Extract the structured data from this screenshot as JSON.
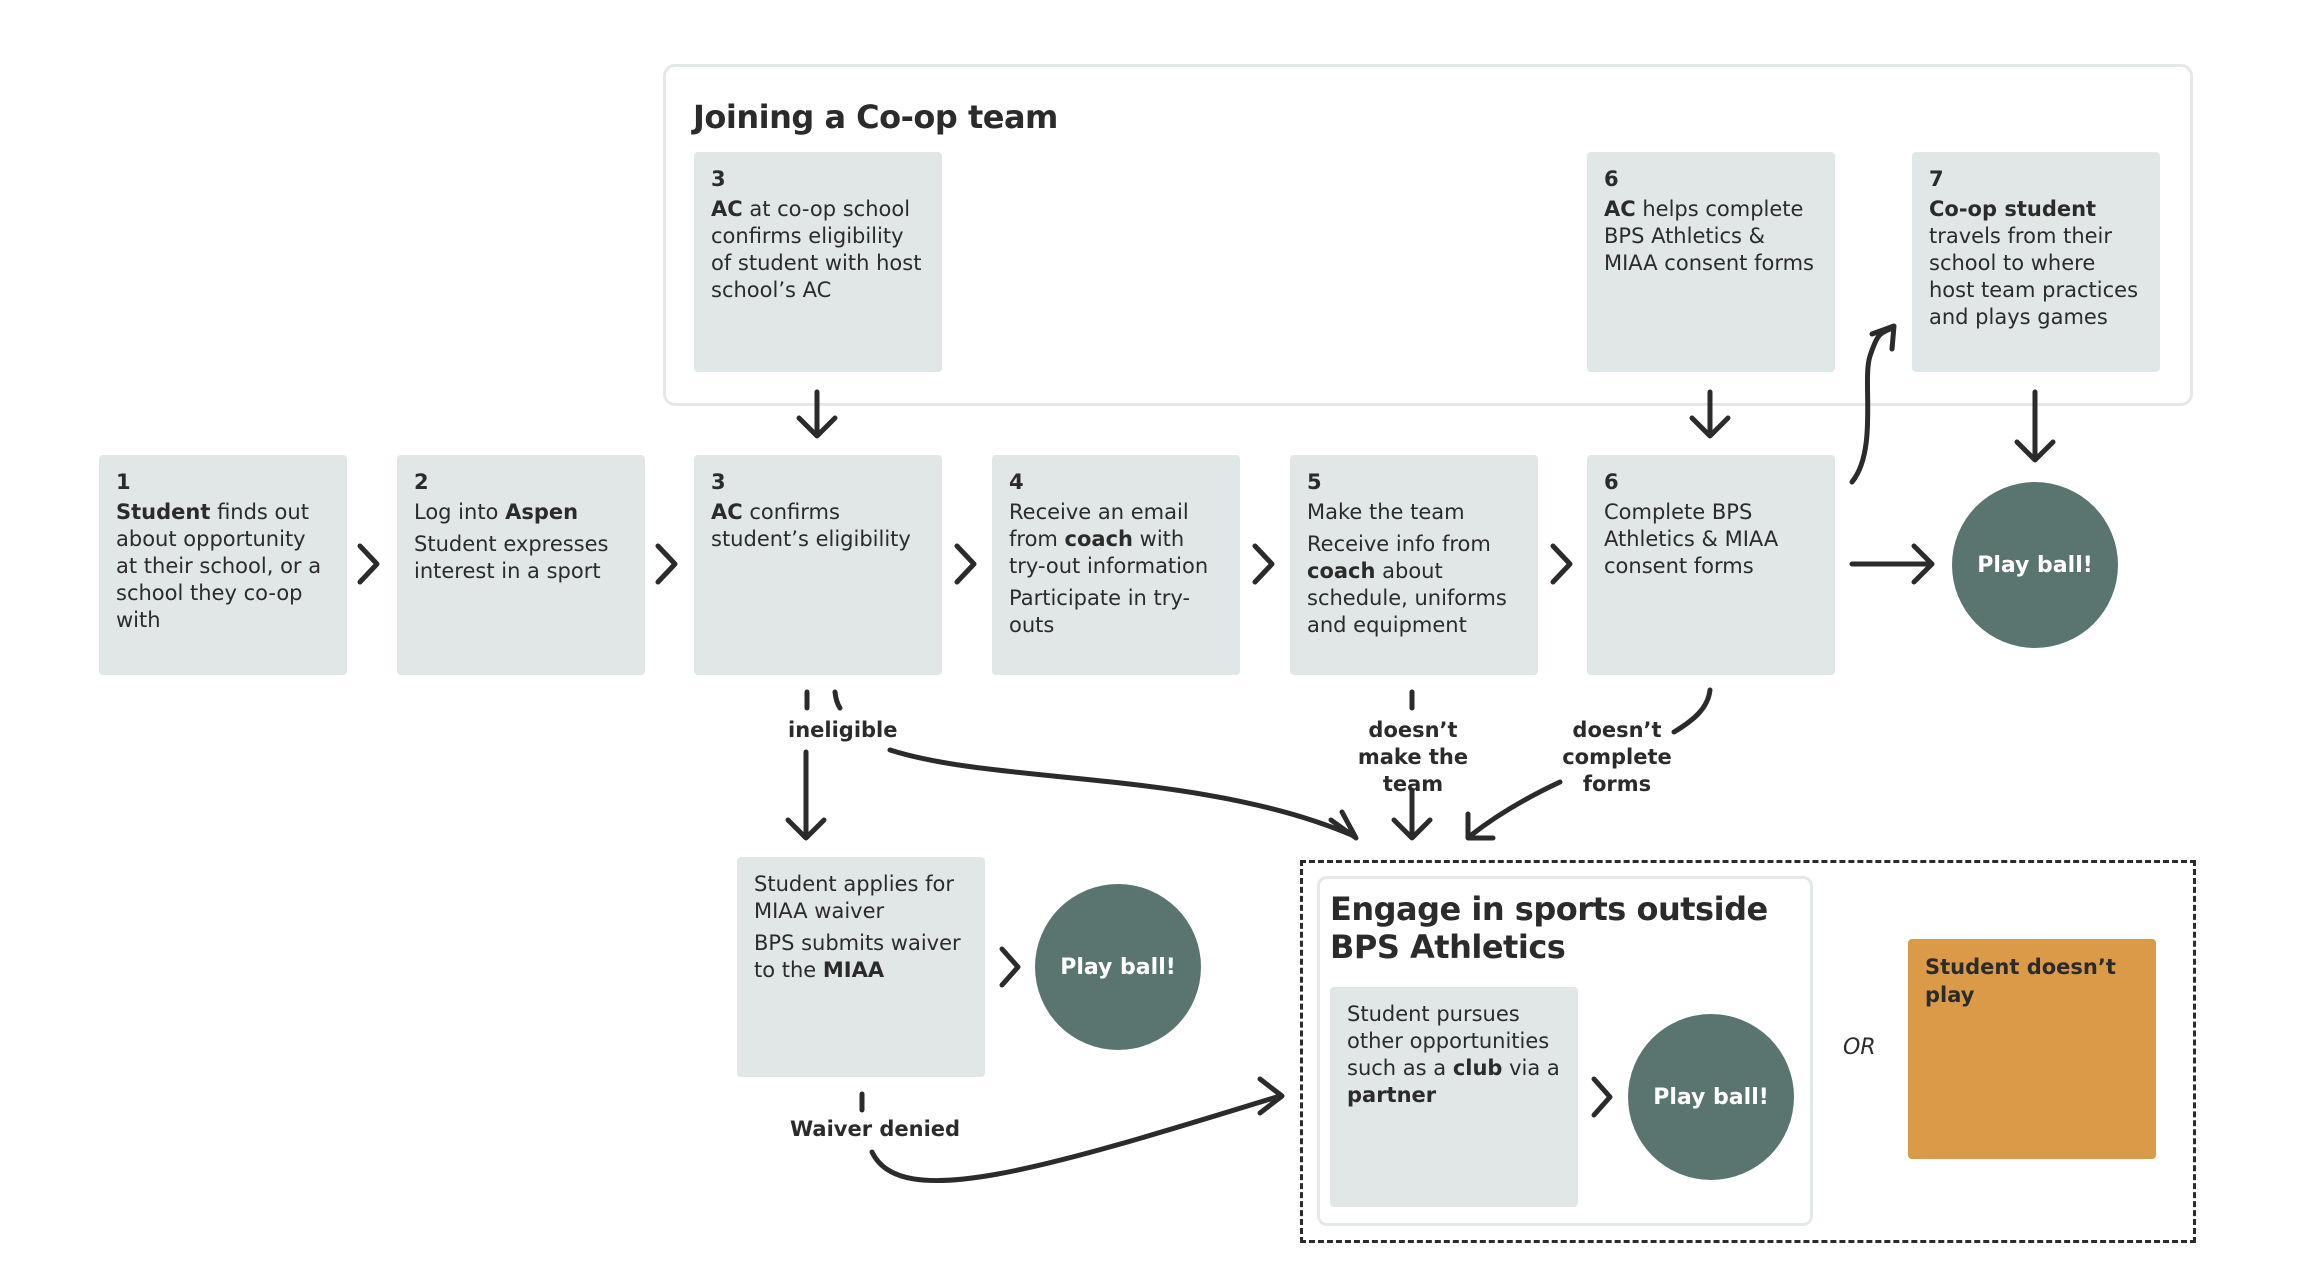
{
  "coop": {
    "title": "Joining a Co-op team"
  },
  "outside": {
    "title_line1": "Engage in sports outside",
    "title_line2": "BPS Athletics"
  },
  "top_steps": [
    {
      "num": "3",
      "lead": "AC",
      "text": " at co-op school confirms eligibility of student with host school’s AC"
    },
    {
      "num": "6",
      "lead": "AC",
      "text": " helps complete BPS Athletics & MIAA consent forms"
    },
    {
      "num": "7",
      "lead": "Co-op student",
      "text": " travels from their school to where host team practices and plays games"
    }
  ],
  "main_steps": [
    {
      "num": "1",
      "lead": "Student",
      "text": " finds out about opportunity at their school, or a school they co-op with"
    },
    {
      "num": "2",
      "line1_pre": "Log into ",
      "line1_bold": "Aspen",
      "line2": "Student expresses interest in a sport"
    },
    {
      "num": "3",
      "lead": "AC",
      "text": " confirms student’s eligibility"
    },
    {
      "num": "4",
      "line1_pre": "Receive an email from ",
      "line1_bold": "coach",
      "line1_post": " with try-out information",
      "line2": "Participate in try-outs"
    },
    {
      "num": "5",
      "line1": "Make the team",
      "line2_pre": "Receive info from ",
      "line2_bold": "coach",
      "line2_post": " about schedule, uniforms and equipment"
    },
    {
      "num": "6",
      "text": "Complete BPS Athletics & MIAA consent forms"
    }
  ],
  "waiver": {
    "line1": "Student applies for MIAA waiver",
    "line2_pre": "BPS submits waiver to the ",
    "line2_bold": "MIAA"
  },
  "club": {
    "pre": "Student pursues other opportunities such as a ",
    "bold1": "club",
    "mid": " via a ",
    "bold2": "partner"
  },
  "play_ball": "Play ball!",
  "not_play": "Student doesn’t play",
  "or_label": "OR",
  "branch_labels": {
    "ineligible": "ineligible",
    "no_team": "doesn’t make the team",
    "no_forms": "doesn’t complete forms",
    "waiver_denied": "Waiver denied"
  },
  "colors": {
    "box": "#e1e6e6",
    "circle": "#5a756f",
    "orange": "#db9a48",
    "ink": "#2b2b2b"
  }
}
